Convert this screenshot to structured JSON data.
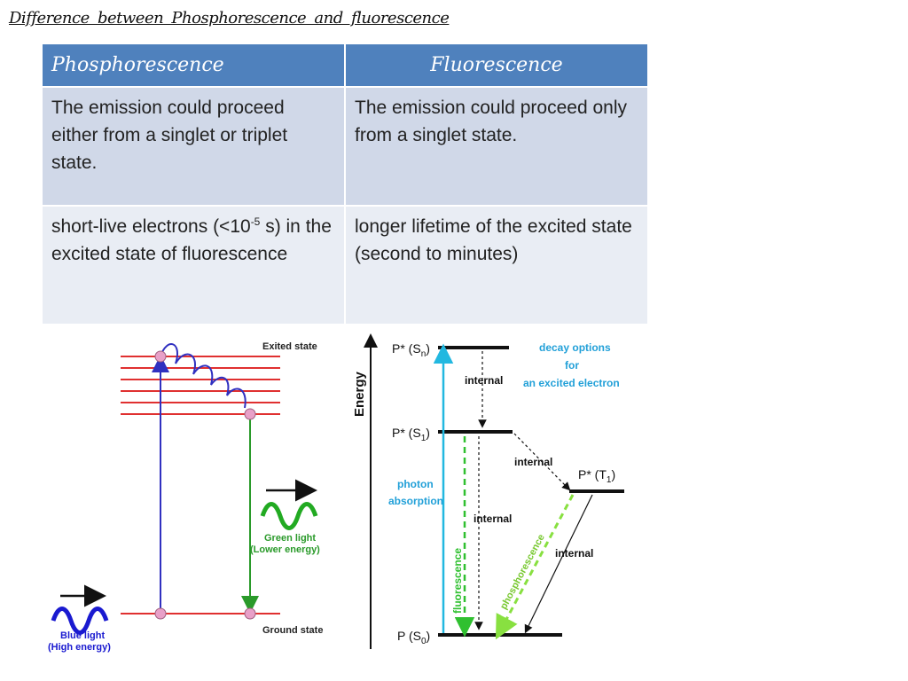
{
  "title": "Difference between Phosphorescence and fluorescence",
  "table": {
    "headers": [
      "Phosphorescence",
      "Fluorescence"
    ],
    "rows": [
      {
        "left": "The emission could proceed either from a singlet or triplet state.",
        "right": "The emission could proceed only from a singlet state."
      },
      {
        "left_pre": "short-live electrons (<10",
        "left_sup": "-5",
        "left_post": " s) in the excited state of fluorescence",
        "right": "longer lifetime of the excited state (second to minutes)"
      }
    ]
  },
  "figure_left": {
    "excited_label": "Exited state",
    "ground_label": "Ground state",
    "green_label_1": "Green light",
    "green_label_2": "(Lower energy)",
    "blue_label_1": "Blue light",
    "blue_label_2": "(High energy)",
    "colors": {
      "levels": "#e03030",
      "up_arrow": "#3030c0",
      "down_arrow": "#2a9a2a",
      "green_wave": "#22aa22",
      "blue_wave": "#1a1ad0",
      "ball": "#e8a0c8"
    }
  },
  "figure_right": {
    "energy_label": "Energy",
    "level_sn": "P* (S",
    "level_sn_sub": "n",
    "level_s1": "P* (S",
    "level_s1_sub": "1",
    "level_t1": "P* (T",
    "level_t1_sub": "1",
    "level_s0": "P (S",
    "level_s0_sub": "0",
    "internal_1": "internal",
    "internal_2": "internal",
    "internal_3": "internal",
    "internal_4": "internal",
    "decay_1": "decay options",
    "decay_2": "for",
    "decay_3": "an excited electron",
    "photon_1": "photon",
    "photon_2": "absorption",
    "fluorescence": "fluorescence",
    "phosphorescence": "phosphorescence",
    "colors": {
      "absorption": "#22b8e0",
      "fluorescence": "#30c030",
      "phosphorescence": "#88e040",
      "decay_text": "#22a0d8"
    }
  }
}
